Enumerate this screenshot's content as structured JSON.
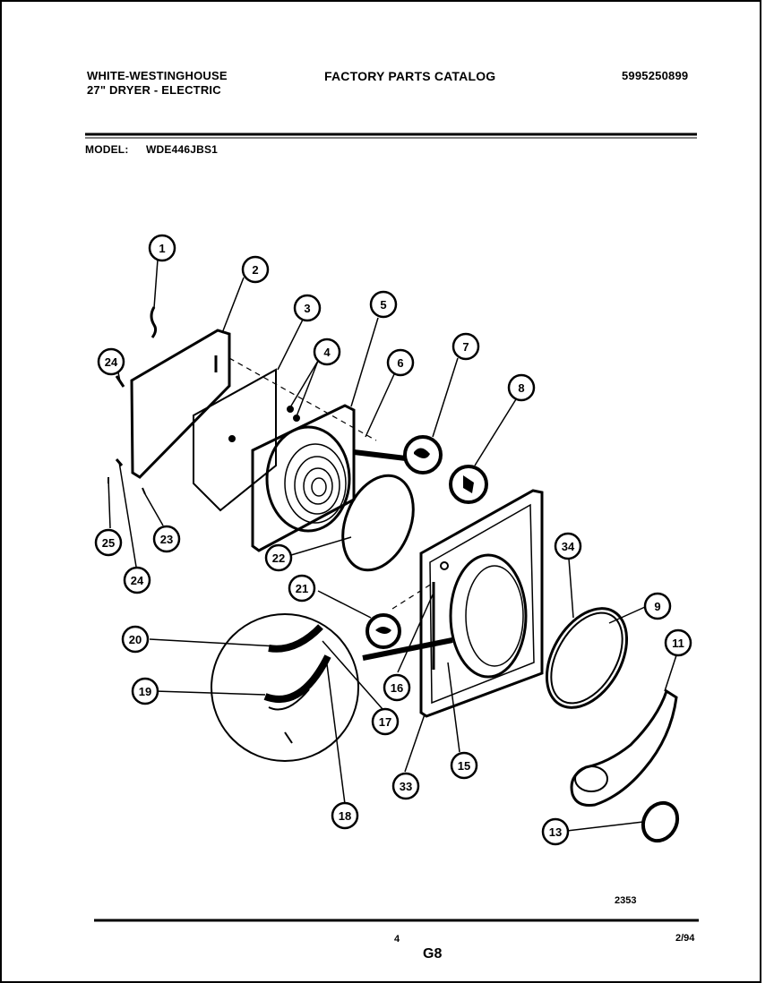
{
  "header": {
    "brand": "WHITE-WESTINGHOUSE",
    "product": "27\" DRYER - ELECTRIC",
    "catalog_title": "FACTORY PARTS CATALOG",
    "catalog_number": "5995250899",
    "model_label": "MODEL:",
    "model_number": "WDE446JBS1"
  },
  "diagram": {
    "callouts": [
      "1",
      "2",
      "3",
      "4",
      "5",
      "6",
      "7",
      "8",
      "24",
      "23",
      "25",
      "24",
      "22",
      "21",
      "20",
      "19",
      "16",
      "17",
      "15",
      "18",
      "33",
      "34",
      "9",
      "11",
      "13"
    ],
    "figure_code": "2353"
  },
  "footer": {
    "page_number": "4",
    "section_code": "G8",
    "date": "2/94"
  }
}
